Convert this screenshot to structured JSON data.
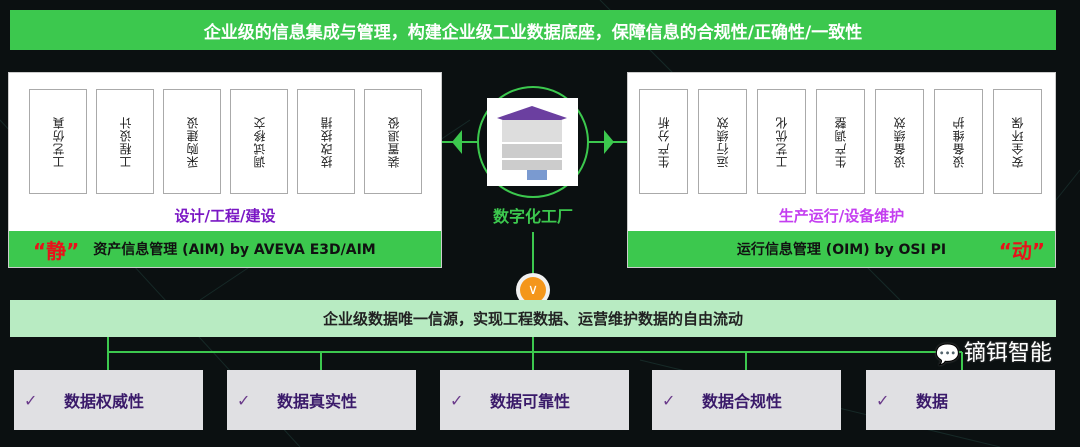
{
  "banner": "企业级的信息集成与管理，构建企业级工业数据底座，保障信息的合规性/正确性/一致性",
  "left": {
    "cells": [
      "工艺仿真",
      "工程设计",
      "采购建设",
      "调试移交",
      "技改技措",
      "装置退役"
    ],
    "subtitle": "设计/工程/建设",
    "quote": "“静”",
    "title": "资产信息管理 (AIM) by AVEVA E3D/AIM",
    "subtitle_color": "#7a17c4"
  },
  "right": {
    "cells": [
      "生产分析",
      "运行绩效",
      "工艺优化",
      "生产调整",
      "设备绩效",
      "设备维护",
      "安全环保"
    ],
    "subtitle": "生产运行/设备维护",
    "quote": "“动”",
    "title": "运行信息管理 (OIM) by OSI PI",
    "subtitle_color": "#c43ef0"
  },
  "center": {
    "title": "数字化工厂"
  },
  "source_bar": "企业级数据唯一信源，实现工程数据、运营维护数据的自由流动",
  "cards": [
    "数据权威性",
    "数据真实性",
    "数据可靠性",
    "数据合规性",
    "数据"
  ],
  "watermark": "镝铒智能",
  "colors": {
    "green": "#3cc84e",
    "orange": "#f4961b"
  }
}
